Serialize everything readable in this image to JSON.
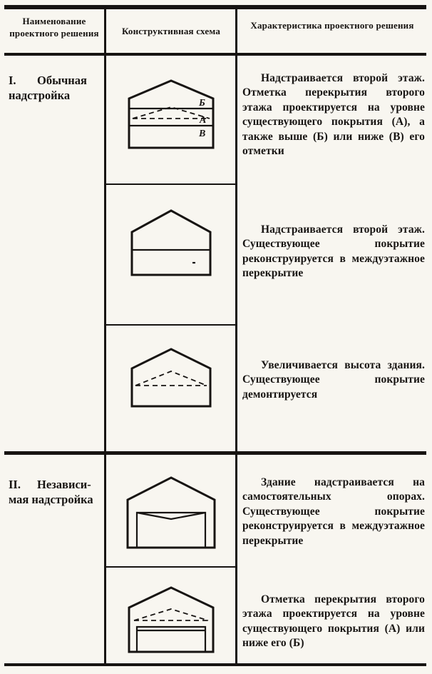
{
  "page": {
    "ink": "#171412",
    "paper": "#f8f6f0"
  },
  "table": {
    "headers": [
      "Наименование проектного решения",
      "Конструктивная схема",
      "Характеристика проектного решения"
    ],
    "sections": [
      {
        "numeral": "I.",
        "name": "Обычная надстройка",
        "rows": [
          {
            "scheme": "second-floor-levels-diagram",
            "labels": [
              "Б",
              "А",
              "В"
            ],
            "description": "Надстраивается второй этаж. Отметка перекрытия второго этажа проектируется на уровне существующего покрытия (А), а также выше (Б) или ниже (В) его отметки"
          },
          {
            "scheme": "roof-rebuilt-to-floor-diagram",
            "labels": [],
            "description": "Надстраивается второй этаж. Существующее покрытие реконструируется в междуэтажное перекрытие"
          },
          {
            "scheme": "roof-dismantled-diagram",
            "labels": [],
            "description": "Увеличивается высота здания. Существующее покрытие демонтируется"
          }
        ]
      },
      {
        "numeral": "II.",
        "name": "Независи­мая надстройка",
        "rows": [
          {
            "scheme": "independent-supports-diagram",
            "labels": [],
            "description": "Здание надстраивается на самостоятельных опорах. Существующее покрытие реконструируется в междуэтажное перекрытие"
          },
          {
            "scheme": "independent-supports-level-diagram",
            "labels": [],
            "description": "Отметка перекрытия второго этажа проектируется на уровне существующего покрытия (А) или ниже его (Б)"
          }
        ]
      }
    ]
  }
}
